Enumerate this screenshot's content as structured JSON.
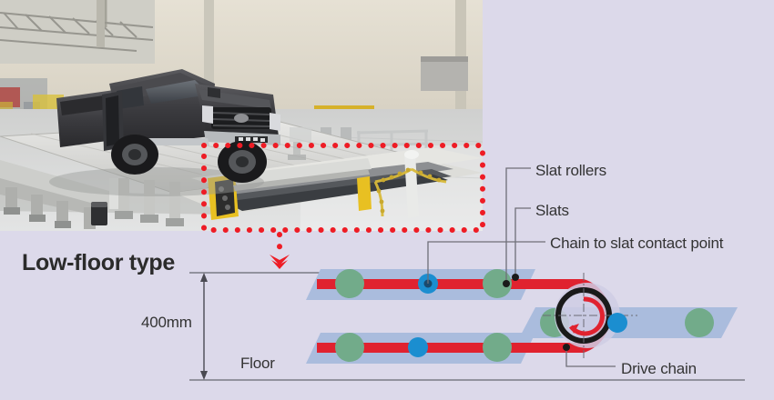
{
  "figure": {
    "title": "Low-floor type",
    "photo": {
      "alt_name": "factory-conveyor-photo",
      "subject": "dark pickup truck on slat conveyor in assembly plant"
    },
    "callout": {
      "name": "red-dotted-callout-box",
      "color": "#ee1c25",
      "arrow_direction": "down"
    },
    "labels": [
      {
        "id": "slat-rollers",
        "text": "Slat rollers"
      },
      {
        "id": "slats",
        "text": "Slats"
      },
      {
        "id": "chain-to-slat-contact-point",
        "text": "Chain to slat contact point"
      },
      {
        "id": "drive-chain",
        "text": "Drive chain"
      }
    ],
    "dimension": {
      "value": "400mm",
      "floor_label": "Floor"
    },
    "colors": {
      "background": "#dcd9ea",
      "chain_red": "#e0222f",
      "slat_blue": "#aabcdd",
      "roller_green": "#72ab8a",
      "contact_blue": "#1b8ed0",
      "sprocket_black": "#1a1a1a",
      "leader_gray": "#6f6f78",
      "text": "#333333",
      "title_text": "#2b2b2b"
    }
  }
}
